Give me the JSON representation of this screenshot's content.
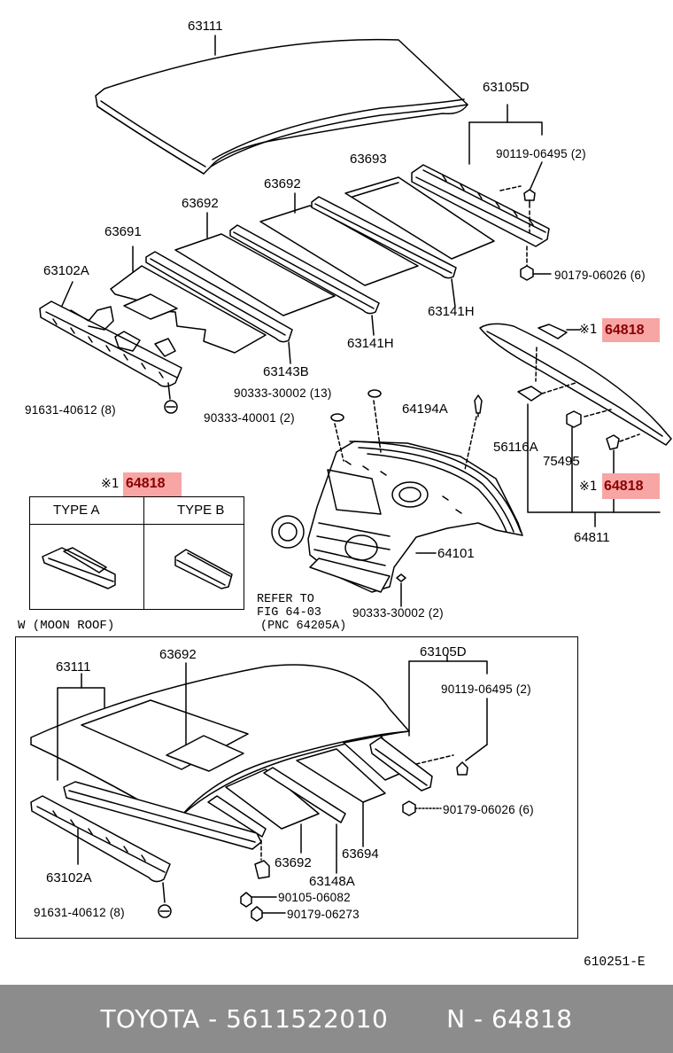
{
  "labels": {
    "p63111_top": "63111",
    "p63105d_top": "63105D",
    "p90119_top": "90119-06495 (2)",
    "p63693": "63693",
    "p63692_a": "63692",
    "p63692_b": "63692",
    "p63691": "63691",
    "p63102a_top": "63102A",
    "p90179_top": "90179-06026 (6)",
    "p63141h_a": "63141H",
    "p63141h_b": "63141H",
    "p63143b": "63143B",
    "p91631_top": "91631-40612 (8)",
    "p90333_30002_13": "90333-30002 (13)",
    "p90333_40001": "90333-40001 (2)",
    "p64194a": "64194A",
    "p56116a": "56116A",
    "p75495": "75495",
    "p64811": "64811",
    "p64101": "64101",
    "p90333_30002_2": "90333-30002 (2)",
    "refer_1": "REFER TO",
    "refer_2": "FIG 64-03",
    "refer_3": "(PNC 64205A)",
    "moon_title": "W (MOON ROOF)",
    "m63111": "63111",
    "m63692_top": "63692",
    "m63105d": "63105D",
    "m90119": "90119-06495 (2)",
    "m90179_06026": "90179-06026 (6)",
    "m63692_bot": "63692",
    "m63694": "63694",
    "m63148a": "63148A",
    "m90105": "90105-06082",
    "m90179_06273": "90179-06273",
    "m63102a": "63102A",
    "m91631": "91631-40612 (8)",
    "fig_code": "610251-E"
  },
  "highlights": {
    "mark": "※1",
    "h1": "64818",
    "h2": "64818",
    "h3": "64818"
  },
  "type_box": {
    "mark": "※1",
    "part": "64818",
    "type_a": "TYPE A",
    "type_b": "TYPE B"
  },
  "footer": {
    "text": "TOYOTA - 5611522010       N - 64818"
  },
  "colors": {
    "highlight": "#f8a5a5",
    "highlight_text": "#8a0000",
    "footer_bg": "#8c8c8c",
    "footer_text": "#ffffff"
  }
}
